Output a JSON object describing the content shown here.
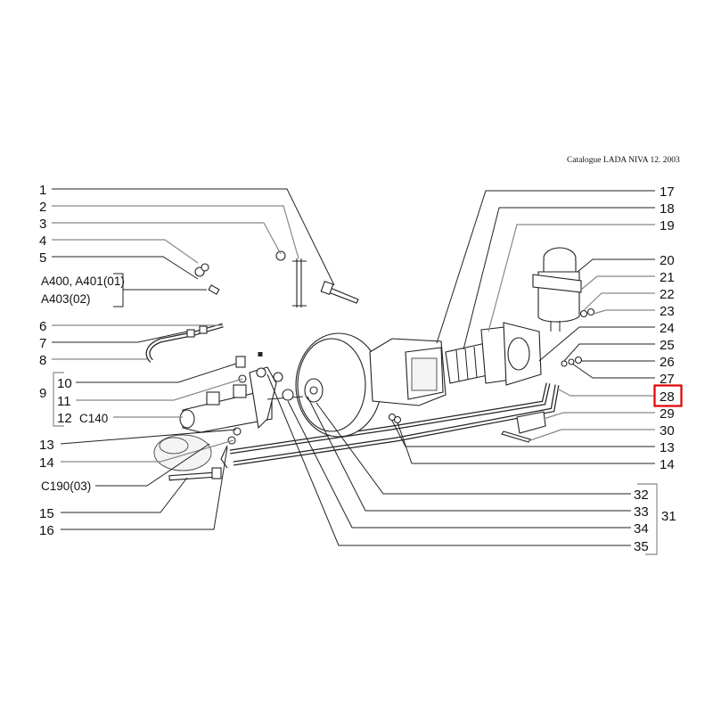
{
  "header": {
    "catalogue": "Catalogue LADA NIVA 12. 2003"
  },
  "highlight": {
    "part": "28",
    "color": "#e00000"
  },
  "left_labels": {
    "l1": "1",
    "l2": "2",
    "l3": "3",
    "l4": "4",
    "l5": "5",
    "a400": "A400, A401(01)",
    "a403": "A403(02)",
    "l6": "6",
    "l7": "7",
    "l8": "8",
    "l9": "9",
    "l10": "10",
    "l11": "11",
    "l12": "12",
    "c140": "C140",
    "l13": "13",
    "l14": "14",
    "c190": "C190(03)",
    "l15": "15",
    "l16": "16"
  },
  "right_labels": {
    "l17": "17",
    "l18": "18",
    "l19": "19",
    "l20": "20",
    "l21": "21",
    "l22": "22",
    "l23": "23",
    "l24": "24",
    "l25": "25",
    "l26": "26",
    "l27": "27",
    "l28": "28",
    "l29": "29",
    "l30": "30",
    "l13": "13",
    "l14": "14",
    "l31": "31",
    "l32": "32",
    "l33": "33",
    "l34": "34",
    "l35": "35"
  }
}
